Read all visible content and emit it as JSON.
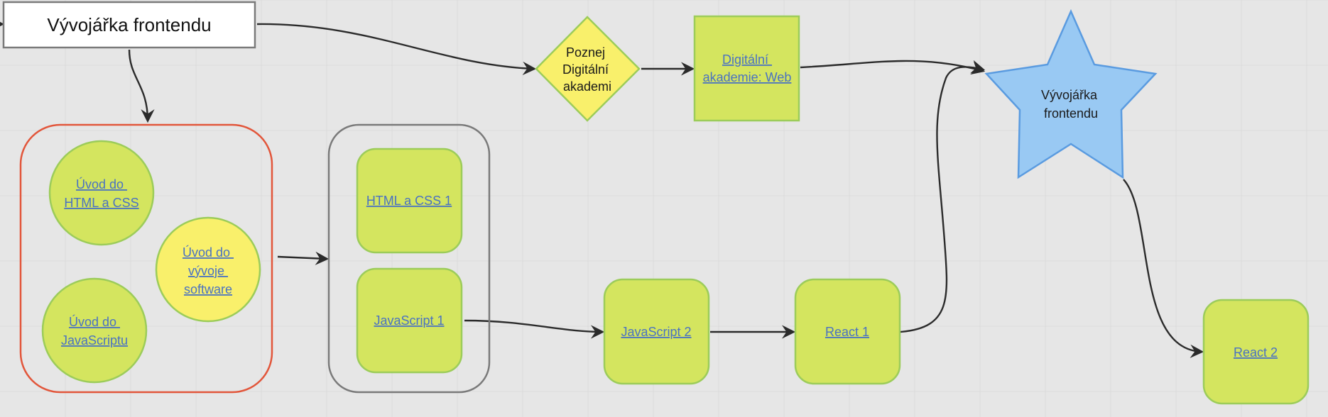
{
  "colors": {
    "background": "#e6e6e6",
    "green_fill": "#d4e55f",
    "green_stroke": "#9ccc5a",
    "yellow_fill": "#f9f06b",
    "blue_fill": "#99c9f3",
    "blue_stroke": "#5a9be0",
    "red_frame": "#e2563b",
    "gray_frame": "#7a7a7a",
    "link": "#4a72c2",
    "edge": "#2b2b2b"
  },
  "diagram": {
    "title": "Vývojářka frontendu",
    "decision": [
      "Poznej",
      "Digitální",
      "akademi"
    ],
    "academy_web": [
      "Digitální ",
      "akademie: Web"
    ],
    "star": [
      "Vývojářka",
      "frontendu"
    ],
    "intro": {
      "html_css": [
        "Úvod do ",
        "HTML a CSS"
      ],
      "software": [
        "Úvod do ",
        "vývoje ",
        "software"
      ],
      "javascript": [
        "Úvod do ",
        "JavaScriptu"
      ]
    },
    "courses": {
      "html_css_1": "HTML a CSS 1",
      "javascript_1": "JavaScript 1",
      "javascript_2": "JavaScript 2",
      "react_1": "React 1",
      "react_2": "React 2"
    }
  }
}
